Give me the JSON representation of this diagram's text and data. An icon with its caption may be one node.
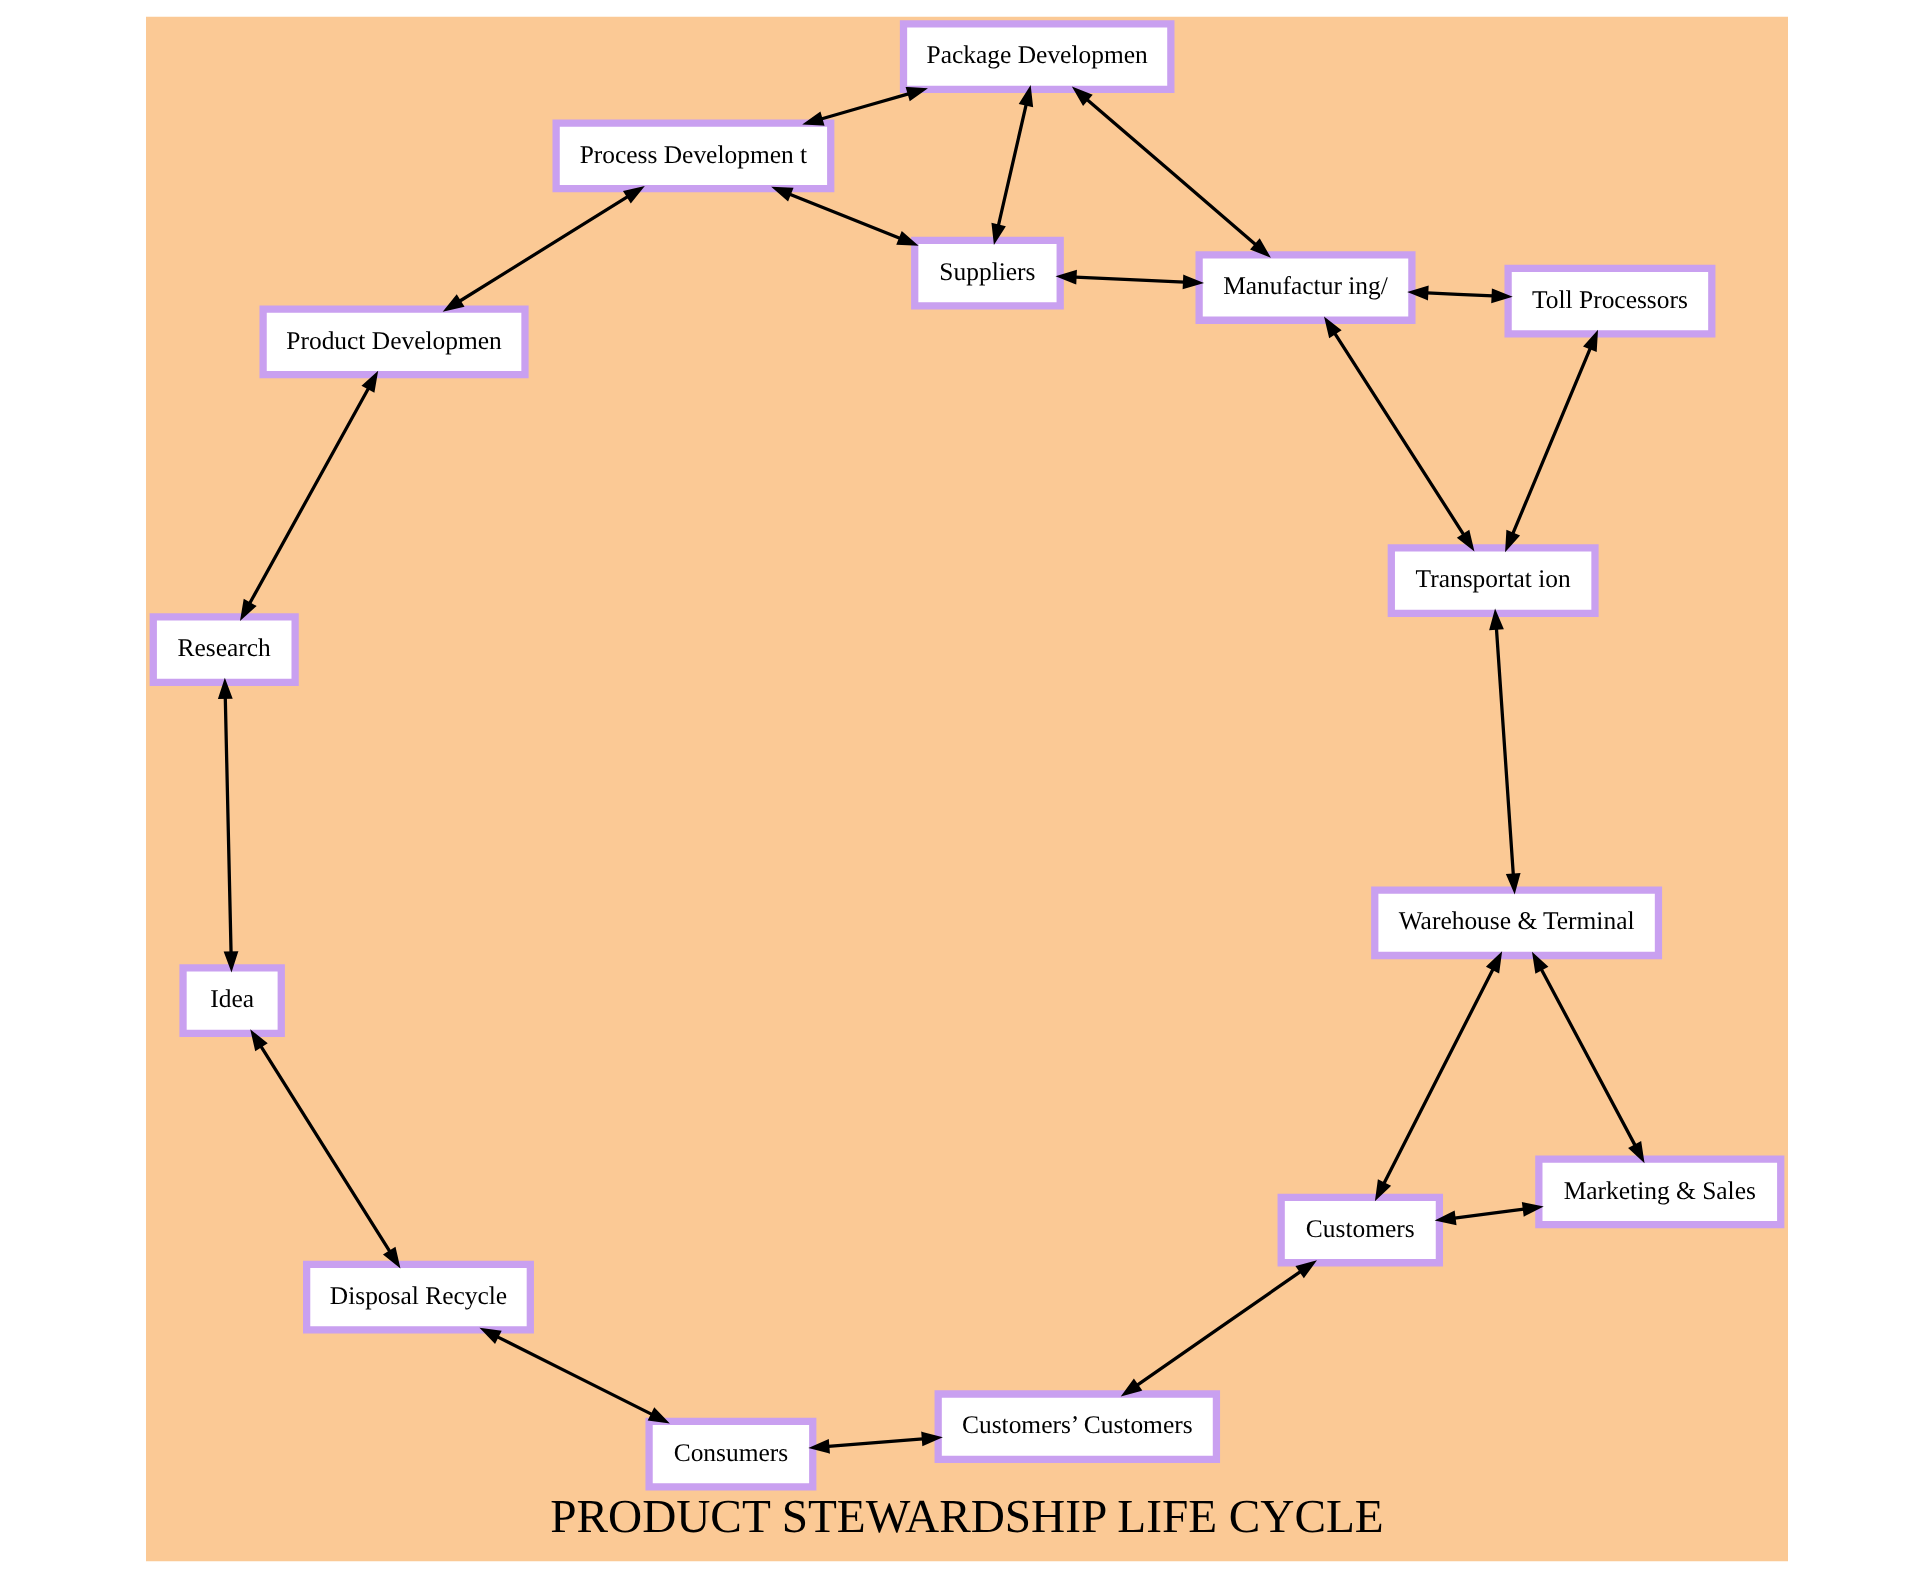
{
  "diagram": {
    "title": "PRODUCT STEWARDSHIP LIFE CYCLE",
    "nodes": [
      {
        "text": [
          "Idea"
        ]
      },
      {
        "text": [
          "Research"
        ]
      },
      {
        "text": [
          "Product Developmen"
        ]
      },
      {
        "text": [
          "Process Developmen t"
        ]
      },
      {
        "text": [
          "Package Developmen"
        ]
      },
      {
        "text": [
          "Manufactur ing/"
        ]
      },
      {
        "text": [
          "Transportat ion"
        ]
      },
      {
        "text": [
          "Warehouse & Terminal"
        ]
      },
      {
        "text": [
          "Customers"
        ]
      },
      {
        "text": [
          "Customers’ Customers"
        ]
      },
      {
        "text": [
          "Consumers"
        ]
      },
      {
        "text": [
          "Disposal Recycle"
        ]
      },
      {
        "text": [
          "Suppliers"
        ]
      },
      {
        "text": [
          "Toll Processors"
        ]
      },
      {
        "text": [
          "Marketing & Sales"
        ]
      }
    ],
    "edges": [
      {
        "from": 11,
        "to": 0,
        "arrow": "both"
      },
      {
        "from": 0,
        "to": 1,
        "arrow": "both"
      },
      {
        "from": 1,
        "to": 2,
        "arrow": "both"
      },
      {
        "from": 2,
        "to": 3,
        "arrow": "both"
      },
      {
        "from": 3,
        "to": 4,
        "arrow": "both"
      },
      {
        "from": 4,
        "to": 5,
        "arrow": "both"
      },
      {
        "from": 5,
        "to": 6,
        "arrow": "both"
      },
      {
        "from": 6,
        "to": 7,
        "arrow": "both"
      },
      {
        "from": 7,
        "to": 8,
        "arrow": "both"
      },
      {
        "from": 8,
        "to": 9,
        "arrow": "both"
      },
      {
        "from": 9,
        "to": 10,
        "arrow": "both"
      },
      {
        "from": 10,
        "to": 11,
        "arrow": "both"
      },
      {
        "from": 12,
        "to": 3,
        "arrow": "both"
      },
      {
        "from": 12,
        "to": 4,
        "arrow": "both"
      },
      {
        "from": 12,
        "to": 5,
        "arrow": "both"
      },
      {
        "from": 13,
        "to": 5,
        "arrow": "both"
      },
      {
        "from": 13,
        "to": 6,
        "arrow": "both"
      },
      {
        "from": 14,
        "to": 8,
        "arrow": "both"
      },
      {
        "from": 14,
        "to": 7,
        "arrow": "both"
      }
    ]
  }
}
